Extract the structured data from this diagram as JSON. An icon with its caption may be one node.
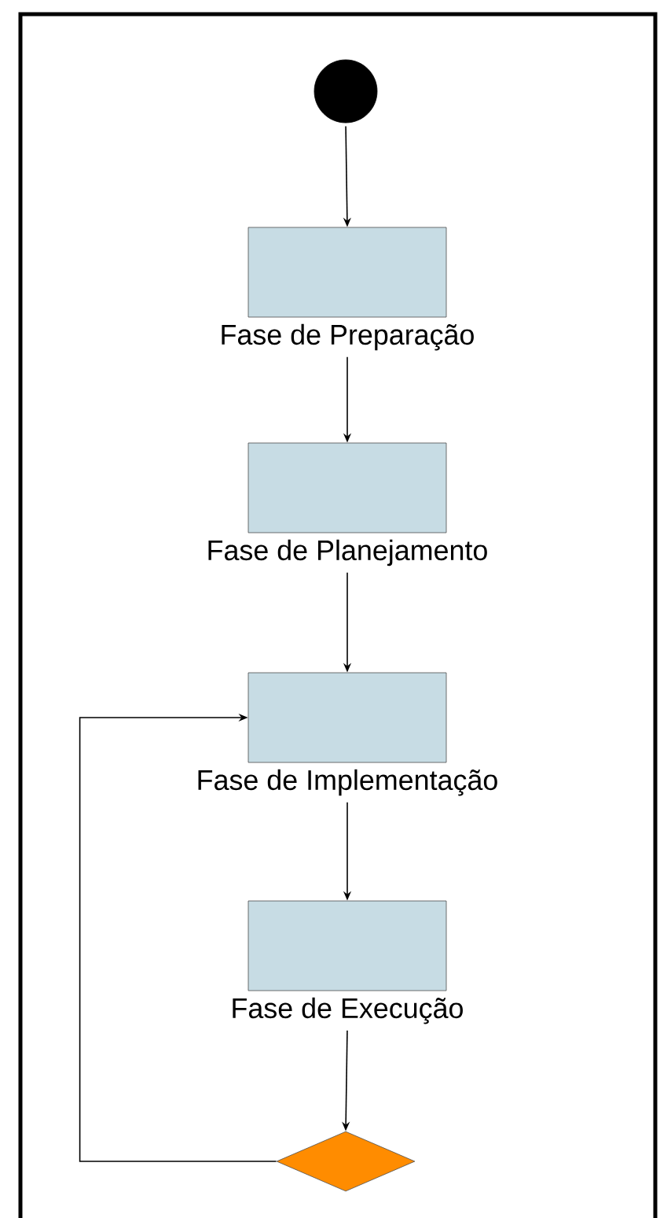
{
  "diagram": {
    "nodes": [
      {
        "text": [],
        "shape": "circle"
      },
      {
        "text": [
          "Fase de Preparação"
        ]
      },
      {
        "text": [
          "Fase de Planejamento"
        ]
      },
      {
        "text": [
          "Fase de Implementação"
        ]
      },
      {
        "text": [
          "Fase de Execução"
        ]
      },
      {
        "text": [],
        "shape": "diamond"
      }
    ],
    "edges": [
      {
        "from": 0,
        "to": 1,
        "arrow": "to"
      },
      {
        "from": 1,
        "to": 2,
        "arrow": "to"
      },
      {
        "from": 2,
        "to": 3,
        "arrow": "to"
      },
      {
        "from": 3,
        "to": 4,
        "arrow": "to"
      },
      {
        "from": 4,
        "to": 5,
        "arrow": "to"
      },
      {
        "from": 5,
        "to": 3,
        "arrow": "to"
      }
    ]
  }
}
